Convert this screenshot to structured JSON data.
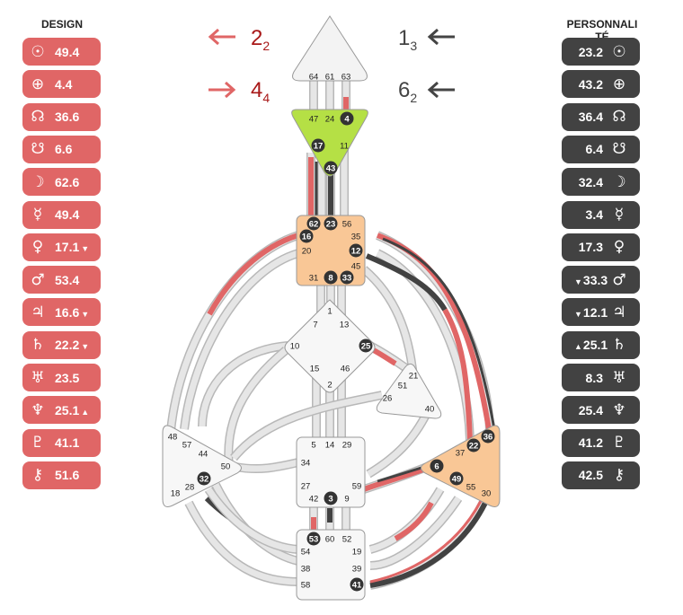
{
  "design": {
    "title": "DESIGN",
    "rows": [
      {
        "icon": "sun-icon",
        "glyph": "☉",
        "value": "49.4",
        "mark": ""
      },
      {
        "icon": "earth-icon",
        "glyph": "⊕",
        "value": "4.4",
        "mark": ""
      },
      {
        "icon": "north-node-icon",
        "glyph": "☊",
        "value": "36.6",
        "mark": ""
      },
      {
        "icon": "south-node-icon",
        "glyph": "☋",
        "value": "6.6",
        "mark": ""
      },
      {
        "icon": "moon-icon",
        "glyph": "☽",
        "value": "62.6",
        "mark": ""
      },
      {
        "icon": "mercury-icon",
        "glyph": "☿",
        "value": "49.4",
        "mark": ""
      },
      {
        "icon": "venus-icon",
        "glyph": "♀",
        "value": "17.1",
        "mark": "▼"
      },
      {
        "icon": "mars-icon",
        "glyph": "♂",
        "value": "53.4",
        "mark": ""
      },
      {
        "icon": "jupiter-icon",
        "glyph": "♃",
        "value": "16.6",
        "mark": "▼"
      },
      {
        "icon": "saturn-icon",
        "glyph": "♄",
        "value": "22.2",
        "mark": "▼"
      },
      {
        "icon": "uranus-icon",
        "glyph": "♅",
        "value": "23.5",
        "mark": ""
      },
      {
        "icon": "neptune-icon",
        "glyph": "♆",
        "value": "25.1",
        "mark": "▲"
      },
      {
        "icon": "pluto-icon",
        "glyph": "♇",
        "value": "41.1",
        "mark": ""
      },
      {
        "icon": "chiron-icon",
        "glyph": "⚷",
        "value": "51.6",
        "mark": ""
      }
    ]
  },
  "personality": {
    "title_line1": "PERSONNALI",
    "title_line2": "TÉ",
    "rows": [
      {
        "icon": "sun-icon",
        "glyph": "☉",
        "value": "23.2",
        "mark": ""
      },
      {
        "icon": "earth-icon",
        "glyph": "⊕",
        "value": "43.2",
        "mark": ""
      },
      {
        "icon": "north-node-icon",
        "glyph": "☊",
        "value": "36.4",
        "mark": ""
      },
      {
        "icon": "south-node-icon",
        "glyph": "☋",
        "value": "6.4",
        "mark": ""
      },
      {
        "icon": "moon-icon",
        "glyph": "☽",
        "value": "32.4",
        "mark": ""
      },
      {
        "icon": "mercury-icon",
        "glyph": "☿",
        "value": "3.4",
        "mark": ""
      },
      {
        "icon": "venus-icon",
        "glyph": "♀",
        "value": "17.3",
        "mark": ""
      },
      {
        "icon": "mars-icon",
        "glyph": "♂",
        "value": "33.3",
        "mark": "▼"
      },
      {
        "icon": "jupiter-icon",
        "glyph": "♃",
        "value": "12.1",
        "mark": "▼"
      },
      {
        "icon": "saturn-icon",
        "glyph": "♄",
        "value": "25.1",
        "mark": "▲"
      },
      {
        "icon": "uranus-icon",
        "glyph": "♅",
        "value": "8.3",
        "mark": ""
      },
      {
        "icon": "neptune-icon",
        "glyph": "♆",
        "value": "25.4",
        "mark": ""
      },
      {
        "icon": "pluto-icon",
        "glyph": "♇",
        "value": "41.2",
        "mark": ""
      },
      {
        "icon": "chiron-icon",
        "glyph": "⚷",
        "value": "42.5",
        "mark": ""
      }
    ]
  },
  "variables": {
    "design_top": {
      "num": "2",
      "sub": "2",
      "arrow": "←"
    },
    "design_bottom": {
      "num": "4",
      "sub": "4",
      "arrow": "→"
    },
    "person_top": {
      "num": "1",
      "sub": "3",
      "arrow": "←"
    },
    "person_bottom": {
      "num": "6",
      "sub": "2",
      "arrow": "←"
    }
  },
  "colors": {
    "design": "#e06666",
    "personality": "#424242",
    "ajna": "#b5e045",
    "defined_center": "#f9c796",
    "undefined_center": "#f3f3f3",
    "channel": "#e6e6e6"
  },
  "bodygraph": {
    "head_gates": [
      "64",
      "61",
      "63"
    ],
    "ajna_gates": [
      "47",
      "24",
      "4",
      "17",
      "11",
      "43"
    ],
    "throat_gates": [
      "62",
      "23",
      "56",
      "16",
      "35",
      "20",
      "12",
      "45",
      "31",
      "8",
      "33"
    ],
    "g_gates": [
      "1",
      "7",
      "13",
      "10",
      "25",
      "15",
      "46",
      "2"
    ],
    "heart_gates": [
      "21",
      "51",
      "26",
      "40"
    ],
    "spleen_gates": [
      "48",
      "57",
      "44",
      "50",
      "28",
      "32",
      "18"
    ],
    "sacral_gates": [
      "5",
      "14",
      "29",
      "34",
      "27",
      "59",
      "42",
      "3",
      "9"
    ],
    "solar_gates": [
      "36",
      "37",
      "22",
      "6",
      "49",
      "55",
      "30"
    ],
    "root_gates": [
      "53",
      "60",
      "52",
      "54",
      "19",
      "38",
      "39",
      "58",
      "41"
    ]
  }
}
